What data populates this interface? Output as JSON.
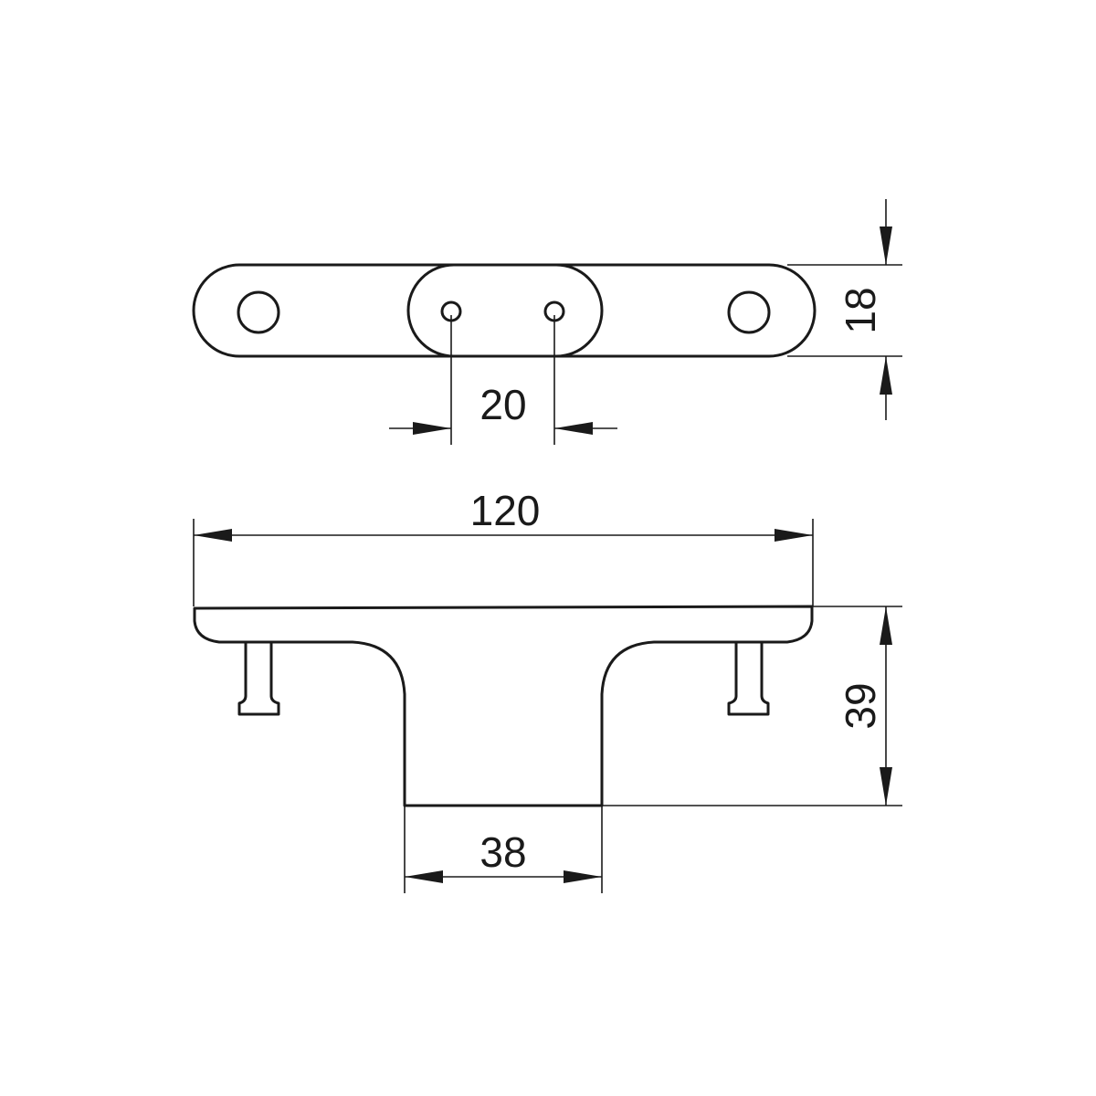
{
  "drawing": {
    "dimensions": {
      "hole_spacing": "20",
      "overall_length": "120",
      "base_width": "38",
      "plate_thickness": "18",
      "overall_height": "39"
    },
    "colors": {
      "line": "#1a1a1a",
      "background": "#ffffff"
    }
  }
}
